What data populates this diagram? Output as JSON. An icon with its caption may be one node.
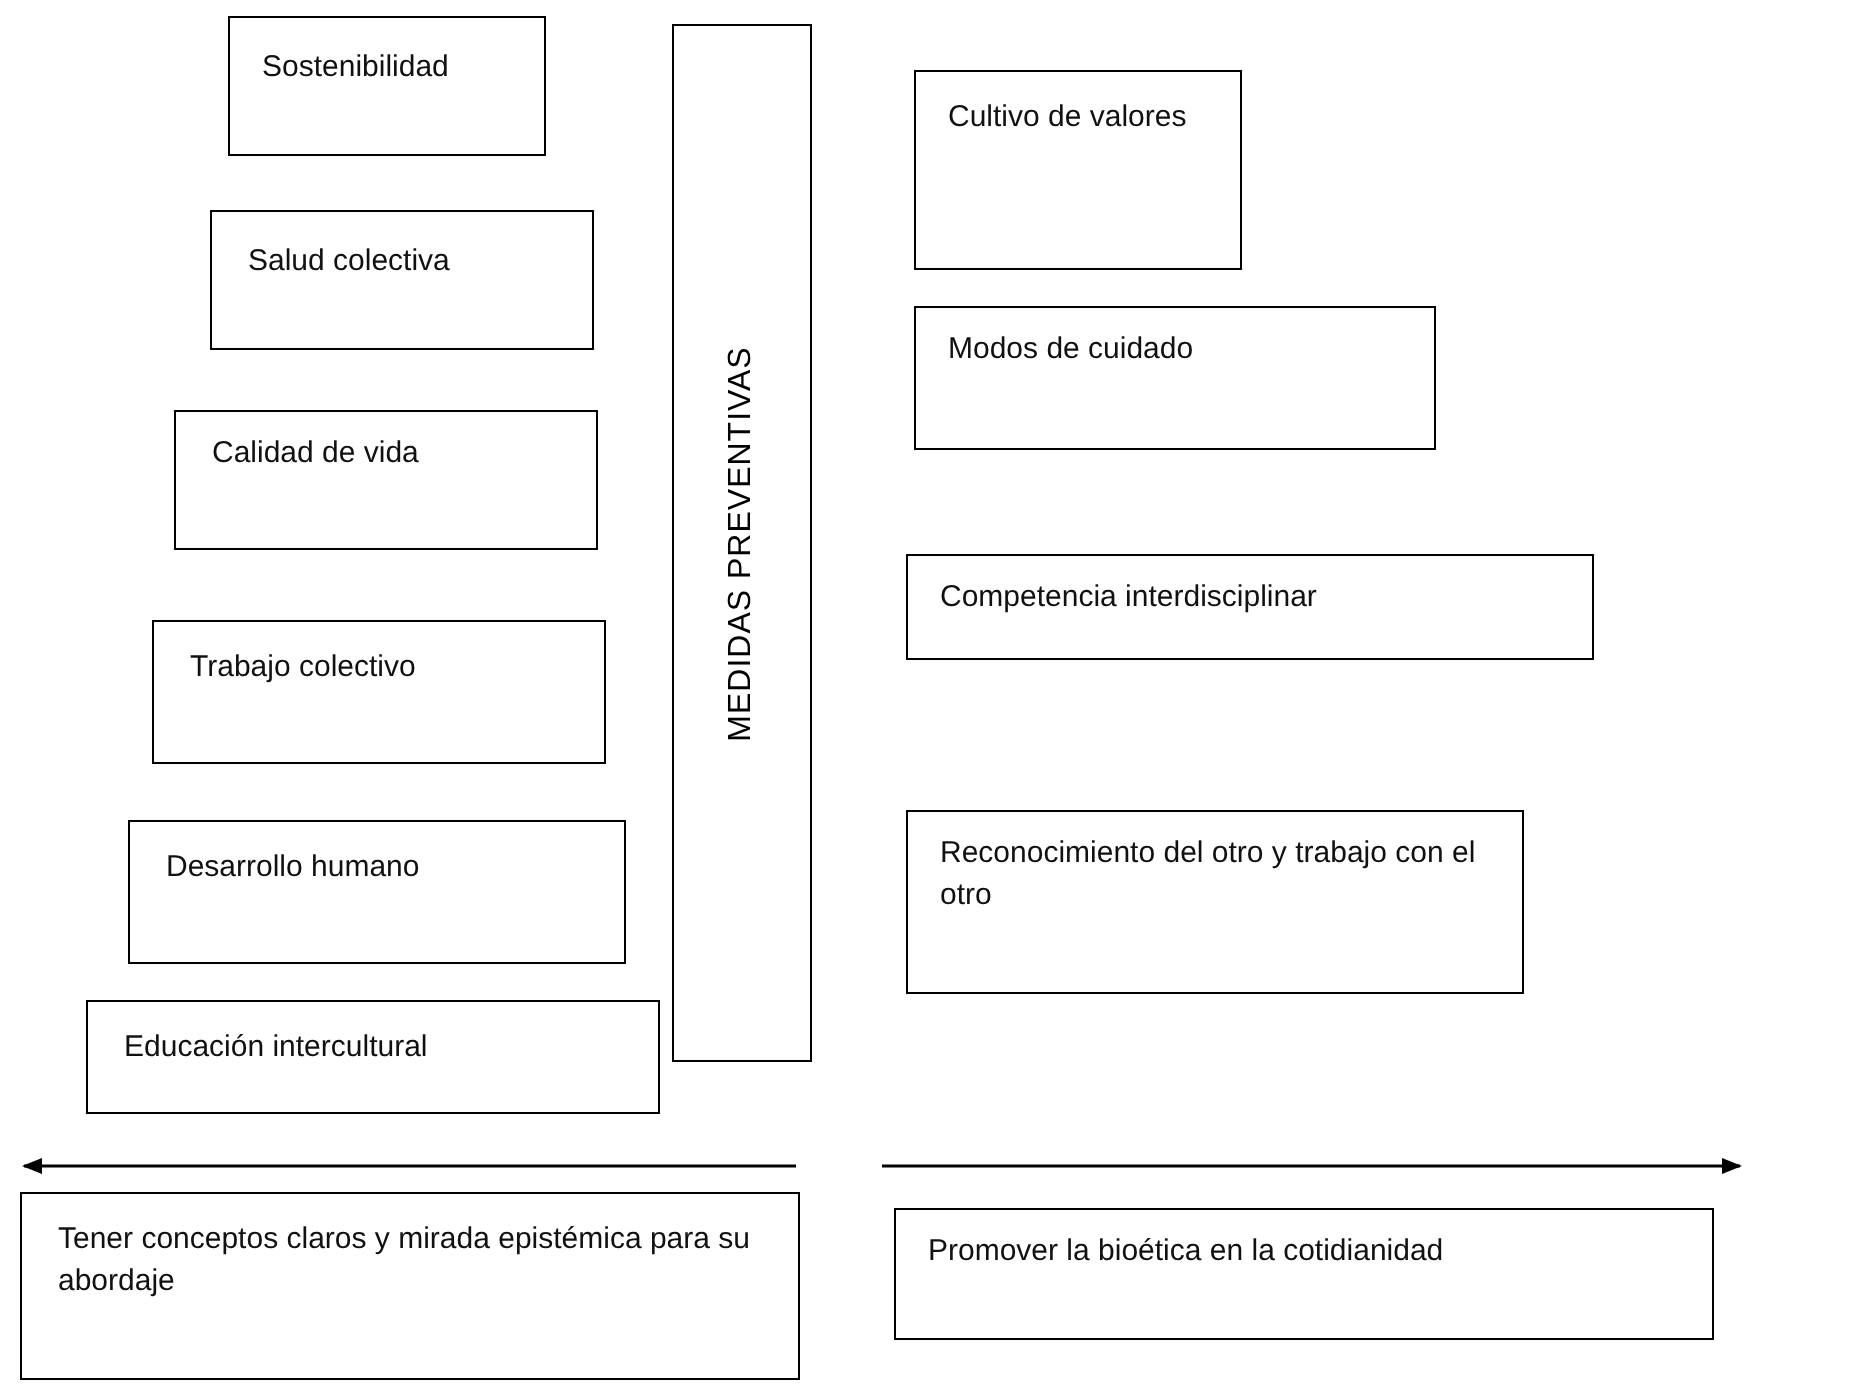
{
  "diagram": {
    "nodes": [
      {
        "text": [
          "Sostenibilidad"
        ]
      },
      {
        "text": [
          "Salud colectiva"
        ]
      },
      {
        "text": [
          "Calidad de vida"
        ]
      },
      {
        "text": [
          "Trabajo colectivo"
        ]
      },
      {
        "text": [
          "Desarrollo humano"
        ]
      },
      {
        "text": [
          "Educación intercultural"
        ]
      },
      {
        "text": [
          "MEDIDAS PREVENTIVAS"
        ]
      },
      {
        "text": [
          "Cultivo de valores"
        ]
      },
      {
        "text": [
          "Modos de cuidado"
        ]
      },
      {
        "text": [
          "Competencia interdisciplinar"
        ]
      },
      {
        "text": [
          "Reconocimiento del otro y trabajo con el otro"
        ]
      },
      {
        "text": [
          "Tener conceptos claros y mirada epistémica para su abordaje"
        ]
      },
      {
        "text": [
          "Promover la bioética en la cotidianidad"
        ]
      }
    ]
  }
}
